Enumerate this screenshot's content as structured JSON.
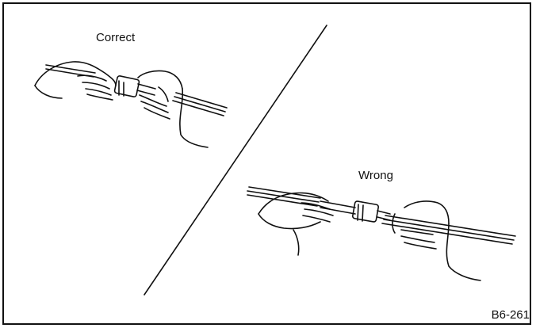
{
  "figure": {
    "label_correct": "Correct",
    "label_wrong": "Wrong",
    "figure_code": "B6-261"
  },
  "colors": {
    "ink": "#111111",
    "background": "#ffffff"
  },
  "icons": [
    "hands-holding-connector-correct",
    "hands-holding-connector-wrong",
    "divider-line"
  ]
}
